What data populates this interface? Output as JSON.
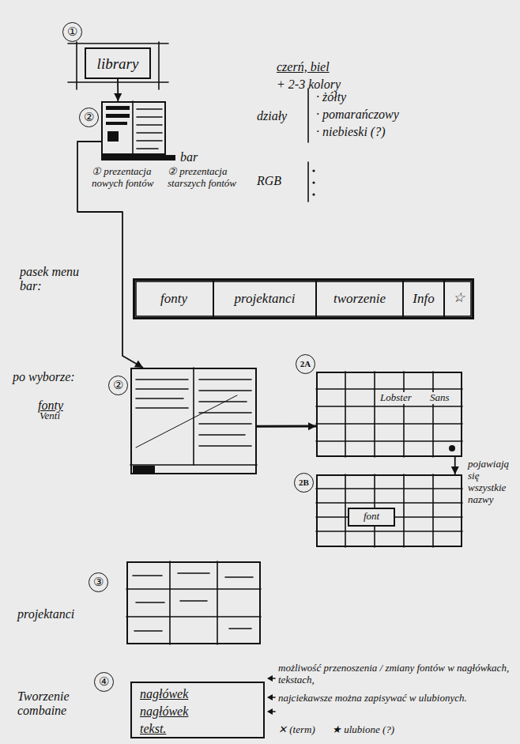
{
  "diagram": {
    "nodes": [
      {
        "text": [
          "①",
          "library"
        ]
      },
      {
        "text": [
          "②"
        ]
      },
      {
        "text": [
          "pasek menu bar:"
        ]
      },
      {
        "text": [
          "fonty"
        ],
        "in": 2
      },
      {
        "text": [
          "projektanci"
        ],
        "in": 2
      },
      {
        "text": [
          "tworzenie"
        ],
        "in": 2
      },
      {
        "text": [
          "Info"
        ],
        "in": 2
      },
      {
        "text": [
          "☆"
        ],
        "in": 2
      },
      {
        "text": [
          "②"
        ]
      },
      {
        "text": [
          "2A",
          "Venti",
          "Lobster",
          "Sans"
        ]
      },
      {
        "text": [
          "2B"
        ]
      },
      {
        "text": [
          "font"
        ],
        "in": 10
      },
      {
        "text": [
          "③"
        ]
      },
      {
        "text": [
          "④",
          "nagłówek",
          "nagłówek",
          "tekst."
        ]
      }
    ],
    "edges": [
      {
        "from": 0,
        "to": 1,
        "arrow": "to"
      },
      {
        "from": 1,
        "to": 8,
        "arrow": "to"
      },
      {
        "from": 8,
        "to": 9,
        "arrow": "to"
      },
      {
        "from": 9,
        "to": 10,
        "arrow": "to"
      }
    ],
    "labels": [
      "czerń, biel",
      "+ 2-3 kolory",
      "działy",
      "· żółty",
      "· pomarańczowy",
      "· niebieski (?)",
      "RGB",
      "bar",
      "① prezentacja nowych fontów",
      "② prezentacja starszych fontów",
      "po wyborze:",
      "fonty",
      "pojawiają się wszystkie nazwy",
      "projektanci",
      "Tworzenie combaine",
      "możliwość przenoszenia / zmiany fontów w nagłówkach, tekstach,",
      "najciekawsze można zapisywać w ulubionych.",
      "✕ (term)",
      "★ ulubione (?)"
    ]
  }
}
